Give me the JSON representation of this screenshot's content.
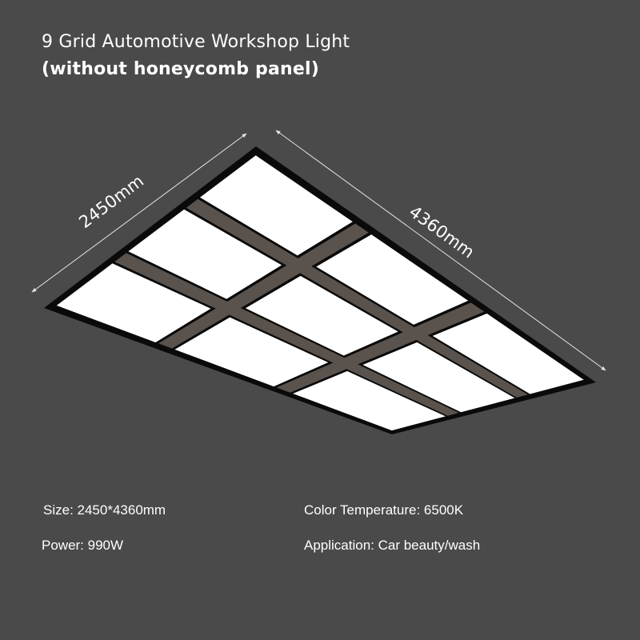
{
  "title": {
    "line1": "9 Grid Automotive Workshop Light",
    "line2": "(without honeycomb panel)"
  },
  "dimensions": {
    "width_label": "2450mm",
    "length_label": "4360mm"
  },
  "specs": {
    "size": "Size: 2450*4360mm",
    "power": "Power: 990W",
    "color_temperature": "Color Temperature: 6500K",
    "application": "Application: Car beauty/wash"
  },
  "colors": {
    "background": "#4a4a4a",
    "frame": "#0a0a0a",
    "panel": "#ffffff",
    "beam": "#5a524c",
    "text": "#ffffff"
  }
}
